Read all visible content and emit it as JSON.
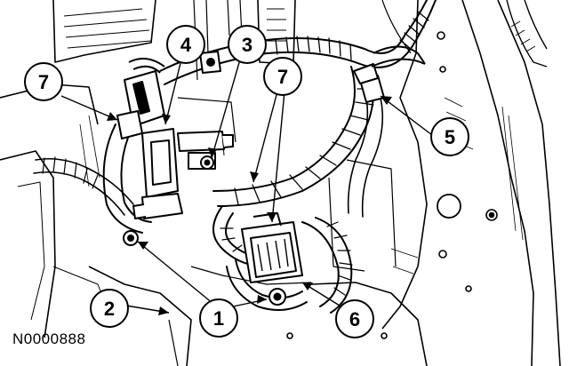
{
  "figure": {
    "id": "N0000888"
  },
  "callouts": [
    {
      "number": "7"
    },
    {
      "number": "4"
    },
    {
      "number": "3"
    },
    {
      "number": "7"
    },
    {
      "number": "5"
    },
    {
      "number": "2"
    },
    {
      "number": "1"
    },
    {
      "number": "6"
    }
  ],
  "colors": {
    "ink": "#000000",
    "paper": "#ffffff"
  }
}
